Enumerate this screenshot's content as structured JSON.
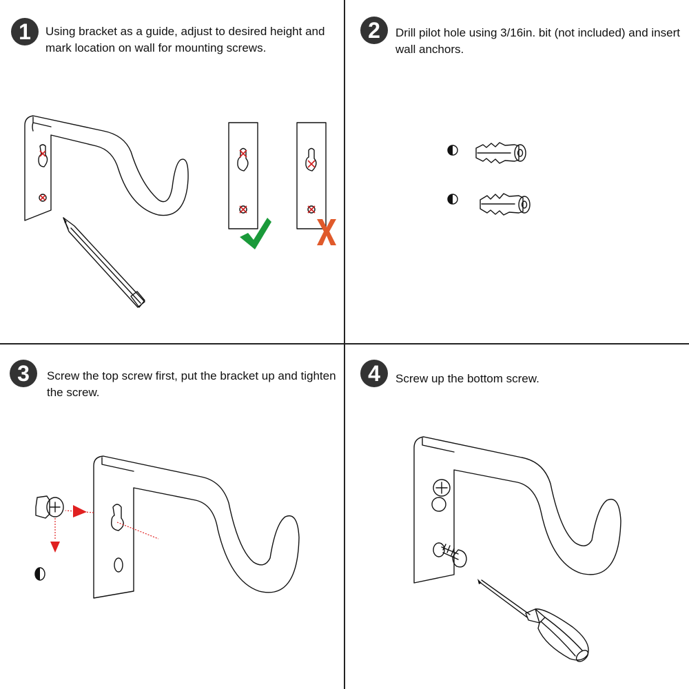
{
  "steps": [
    {
      "number": "1",
      "text": "Using bracket as a guide, adjust to desired height and mark location on wall for mounting screws."
    },
    {
      "number": "2",
      "text": "Drill pilot hole using 3/16in. bit (not included) and insert wall anchors."
    },
    {
      "number": "3",
      "text": "Screw the top screw first, put the bracket up and tighten the screw."
    },
    {
      "number": "4",
      "text": "Screw up the bottom screw."
    }
  ],
  "colors": {
    "badge": "#333333",
    "check": "#1a9a3a",
    "cross": "#e05a2b",
    "arrow": "#e02020",
    "line": "#111111"
  },
  "icons": [
    "check-icon",
    "cross-icon",
    "pencil-icon",
    "screwdriver-icon",
    "wall-anchor-icon",
    "screw-icon",
    "pilot-hole-icon"
  ]
}
